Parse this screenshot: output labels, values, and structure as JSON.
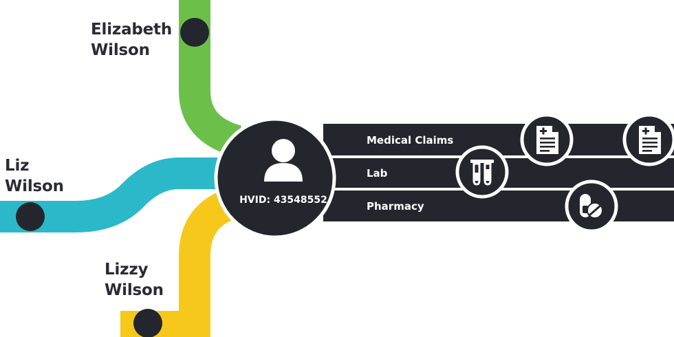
{
  "people": [
    {
      "first": "Elizabeth",
      "last": "Wilson",
      "color": "#6cc04a"
    },
    {
      "first": "Liz",
      "last": "Wilson",
      "color": "#2bb9c9"
    },
    {
      "first": "Lizzy",
      "last": "Wilson",
      "color": "#f7c81c"
    }
  ],
  "hub": {
    "id_label": "HVID: 43548552",
    "icon": "person-icon",
    "color": "#24262e"
  },
  "tracks": [
    {
      "label": "Medical Claims"
    },
    {
      "label": "Lab"
    },
    {
      "label": "Pharmacy"
    }
  ],
  "stations": [
    {
      "icon": "medical-document-icon",
      "track": "Medical Claims"
    },
    {
      "icon": "medical-document-icon",
      "track": "Medical Claims"
    },
    {
      "icon": "test-tubes-icon",
      "track": "Lab"
    },
    {
      "icon": "pill-icon",
      "track": "Pharmacy"
    }
  ]
}
